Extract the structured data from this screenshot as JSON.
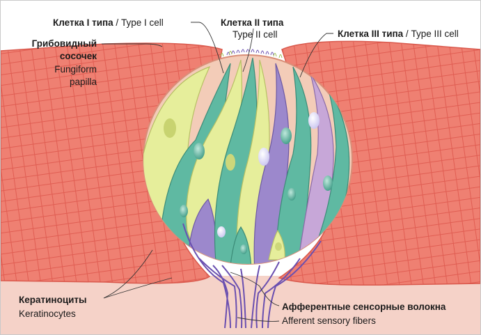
{
  "labels": {
    "type1_ru": "Клетка I типа",
    "type1_sep": " / ",
    "type1_en": "Type I cell",
    "type2_ru": "Клетка II типа",
    "type2_en": "Type II cell",
    "type3_ru": "Клетка III типа",
    "type3_sep": " / ",
    "type3_en": "Type III cell",
    "papilla_ru_1": "Грибовидный",
    "papilla_ru_2": "сосочек",
    "papilla_en_1": "Fungiform",
    "papilla_en_2": "papilla",
    "kerat_ru": "Кератиноциты",
    "kerat_en": "Keratinocytes",
    "fibers_ru": "Афферентные сенсорные волокна",
    "fibers_en": "Afferent sensory fibers"
  },
  "colors": {
    "tissue": "#ee7b6c",
    "tissue_grid": "#e35f54",
    "bud_bg": "#f3ccb8",
    "type1_cell": "#e6ee9b",
    "type2_cell": "#5fb9a2",
    "type3_cell": "#9c88cc",
    "fiber": "#6a4fb0",
    "base": "#f4cdc2"
  }
}
